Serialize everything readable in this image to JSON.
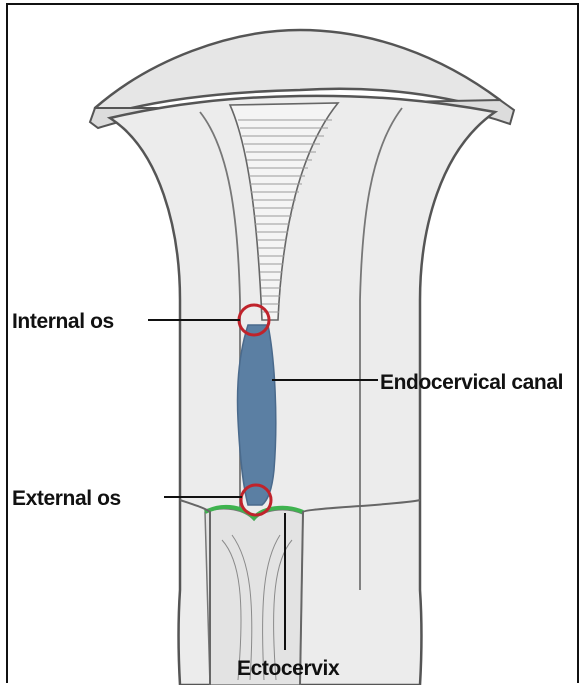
{
  "diagram": {
    "labels": {
      "internal_os": "Internal os",
      "endocervical_canal": "Endocervical canal",
      "external_os": "External os",
      "ectocervix": "Ectocervix"
    },
    "colors": {
      "canal_fill": "#5b7fa3",
      "marker_circle": "#c0232b",
      "ectocervix_epithelium": "#3fb34f",
      "uterus_fill": "#ececec",
      "outline": "#555555"
    }
  }
}
